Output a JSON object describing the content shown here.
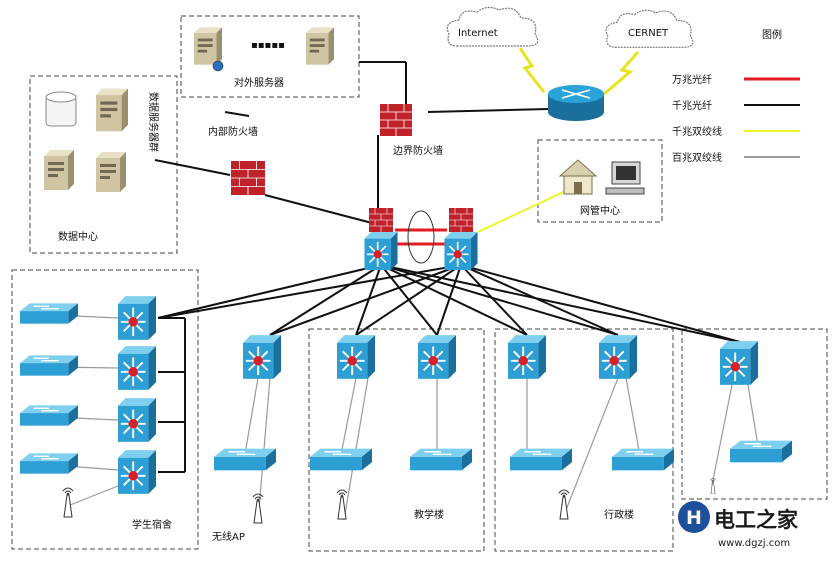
{
  "labels": {
    "external_servers": "对外服务器",
    "dots": "▪▪▪▪▪",
    "internet": "Internet",
    "cernet": "CERNET",
    "legend_title": "图例",
    "border_firewall": "边界防火墙",
    "internal_firewall": "内部防火墙",
    "data_server_group": "数据服务器群",
    "data_center": "数据中心",
    "nms_center": "网管中心",
    "wireless_ap": "无线AP",
    "dormitory": "学生宿舍",
    "teaching_building": "教学楼",
    "admin_building": "行政楼"
  },
  "legend": [
    {
      "label": "万兆光纤",
      "color": "#e31b23"
    },
    {
      "label": "千兆光纤",
      "color": "#111111"
    },
    {
      "label": "千兆双绞线",
      "color": "#f2f227"
    },
    {
      "label": "百兆双绞线",
      "color": "#9a9a9a"
    }
  ],
  "watermark": {
    "brand": "电工之家",
    "url": "www.dgzj.com",
    "logo_letter": "H"
  },
  "colors": {
    "switch": "#2e9fd4",
    "switch_dark": "#1b6f9c",
    "firewall": "#c0222a",
    "router": "#2ba3d8"
  }
}
